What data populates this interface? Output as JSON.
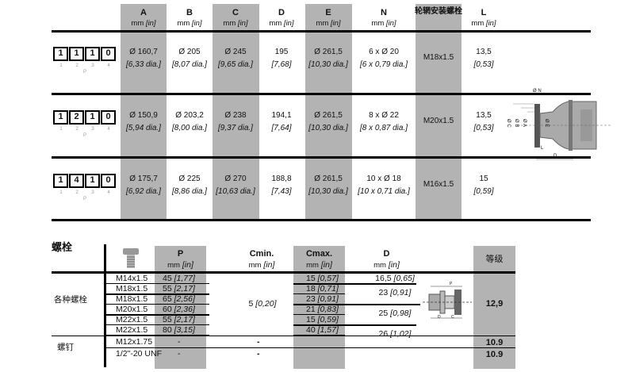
{
  "top_table": {
    "headers": [
      {
        "label": "A",
        "unit": "mm",
        "unit_in": "[in]"
      },
      {
        "label": "B",
        "unit": "mm",
        "unit_in": "[in]"
      },
      {
        "label": "C",
        "unit": "mm",
        "unit_in": "[in]"
      },
      {
        "label": "D",
        "unit": "mm",
        "unit_in": "[in]"
      },
      {
        "label": "E",
        "unit": "mm",
        "unit_in": "[in]"
      },
      {
        "label": "N",
        "unit": "mm",
        "unit_in": "[in]"
      },
      {
        "label": "轮辋安装螺栓",
        "unit": "",
        "unit_in": ""
      },
      {
        "label": "L",
        "unit": "mm",
        "unit_in": "[in]"
      }
    ],
    "code_positions": [
      "1",
      "2",
      "3",
      "4"
    ],
    "code_label": "P",
    "rows": [
      {
        "code": [
          "1",
          "1",
          "1",
          "0"
        ],
        "cells": [
          [
            "Ø 160,7",
            "[6,33 dia.]"
          ],
          [
            "Ø 205",
            "[8,07 dia.]"
          ],
          [
            "Ø 245",
            "[9,65 dia.]"
          ],
          [
            "195",
            "[7,68]"
          ],
          [
            "Ø 261,5",
            "[10,30 dia.]"
          ],
          [
            "6 x Ø 20",
            "[6 x 0,79 dia.]"
          ],
          [
            "M18x1.5",
            ""
          ],
          [
            "13,5",
            "[0,53]"
          ]
        ]
      },
      {
        "code": [
          "1",
          "2",
          "1",
          "0"
        ],
        "cells": [
          [
            "Ø 150,9",
            "[5,94 dia.]"
          ],
          [
            "Ø 203,2",
            "[8,00 dia.]"
          ],
          [
            "Ø 238",
            "[9,37 dia.]"
          ],
          [
            "194,1",
            "[7,64]"
          ],
          [
            "Ø 261,5",
            "[10,30 dia.]"
          ],
          [
            "8 x Ø 22",
            "[8 x 0,87 dia.]"
          ],
          [
            "M20x1.5",
            ""
          ],
          [
            "13,5",
            "[0,53]"
          ]
        ]
      },
      {
        "code": [
          "1",
          "4",
          "1",
          "0"
        ],
        "cells": [
          [
            "Ø 175,7",
            "[6,92 dia.]"
          ],
          [
            "Ø 225",
            "[8,86 dia.]"
          ],
          [
            "Ø 270",
            "[10,63 dia.]"
          ],
          [
            "188,8",
            "[7,43]"
          ],
          [
            "Ø 261,5",
            "[10,30 dia.]"
          ],
          [
            "10 x Ø 18",
            "[10 x 0,71 dia.]"
          ],
          [
            "M16x1.5",
            ""
          ],
          [
            "15",
            "[0,59]"
          ]
        ]
      }
    ]
  },
  "diagram_labels": {
    "n": "Ø N",
    "c": "Ø C",
    "b": "Ø B",
    "a": "Ø A",
    "e": "Ø E",
    "l": "L",
    "d": "D"
  },
  "bolt_table": {
    "title": "螺栓",
    "headers": {
      "p": "P",
      "cmin": "Cmin.",
      "cmax": "Cmax.",
      "d": "D",
      "unit": "mm",
      "unit_in": "[in]",
      "grade": "等级"
    },
    "group1_label": "各种螺栓",
    "group2_label": "螺钉",
    "bolts": [
      {
        "size": "M14x1.5",
        "p": "45",
        "p_in": "[1,77]",
        "cmax": "15",
        "cmax_in": "[0,57]"
      },
      {
        "size": "M18x1.5",
        "p": "55",
        "p_in": "[2,17]",
        "cmax": "18",
        "cmax_in": "[0,71]"
      },
      {
        "size": "M18x1.5",
        "p": "65",
        "p_in": "[2,56]",
        "cmax": "23",
        "cmax_in": "[0,91]"
      },
      {
        "size": "M20x1.5",
        "p": "60",
        "p_in": "[2,36]",
        "cmax": "21",
        "cmax_in": "[0,83]"
      },
      {
        "size": "M22x1.5",
        "p": "55",
        "p_in": "[2,17]",
        "cmax": "15",
        "cmax_in": "[0,59]"
      },
      {
        "size": "M22x1.5",
        "p": "80",
        "p_in": "[3,15]",
        "cmax": "40",
        "cmax_in": "[1,57]"
      }
    ],
    "cmin": "5",
    "cmin_in": "[0,20]",
    "d_values": [
      {
        "v": "16,5",
        "in": "[0,65]"
      },
      {
        "v": "23",
        "in": "[0,91]"
      },
      {
        "v": "25",
        "in": "[0,98]"
      },
      {
        "v": "26",
        "in": "[1,02]"
      }
    ],
    "grade1": "12,9",
    "screws": [
      {
        "size": "M12x1.75",
        "p": "-",
        "cmin": "-",
        "grade": "10.9"
      },
      {
        "size": "1/2\"-20 UNF",
        "p": "-",
        "cmin": "-",
        "grade": "10.9"
      }
    ],
    "small_diagram": {
      "p": "P",
      "d": "D",
      "c": "C"
    }
  }
}
